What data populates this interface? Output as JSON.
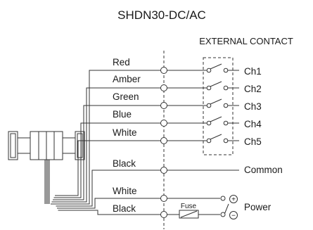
{
  "title": "SHDN30-DC/AC",
  "external_contact_label": "EXTERNAL CONTACT",
  "wires": [
    {
      "label": "Red",
      "channel": "Ch1"
    },
    {
      "label": "Amber",
      "channel": "Ch2"
    },
    {
      "label": "Green",
      "channel": "Ch3"
    },
    {
      "label": "Blue",
      "channel": "Ch4"
    },
    {
      "label": "White",
      "channel": "Ch5"
    }
  ],
  "common": {
    "wire": "Black",
    "label": "Common"
  },
  "power": {
    "wire_pos": "White",
    "wire_neg": "Black",
    "fuse_label": "Fuse",
    "plus_symbol": "+",
    "minus_symbol": "−",
    "label": "Power"
  }
}
